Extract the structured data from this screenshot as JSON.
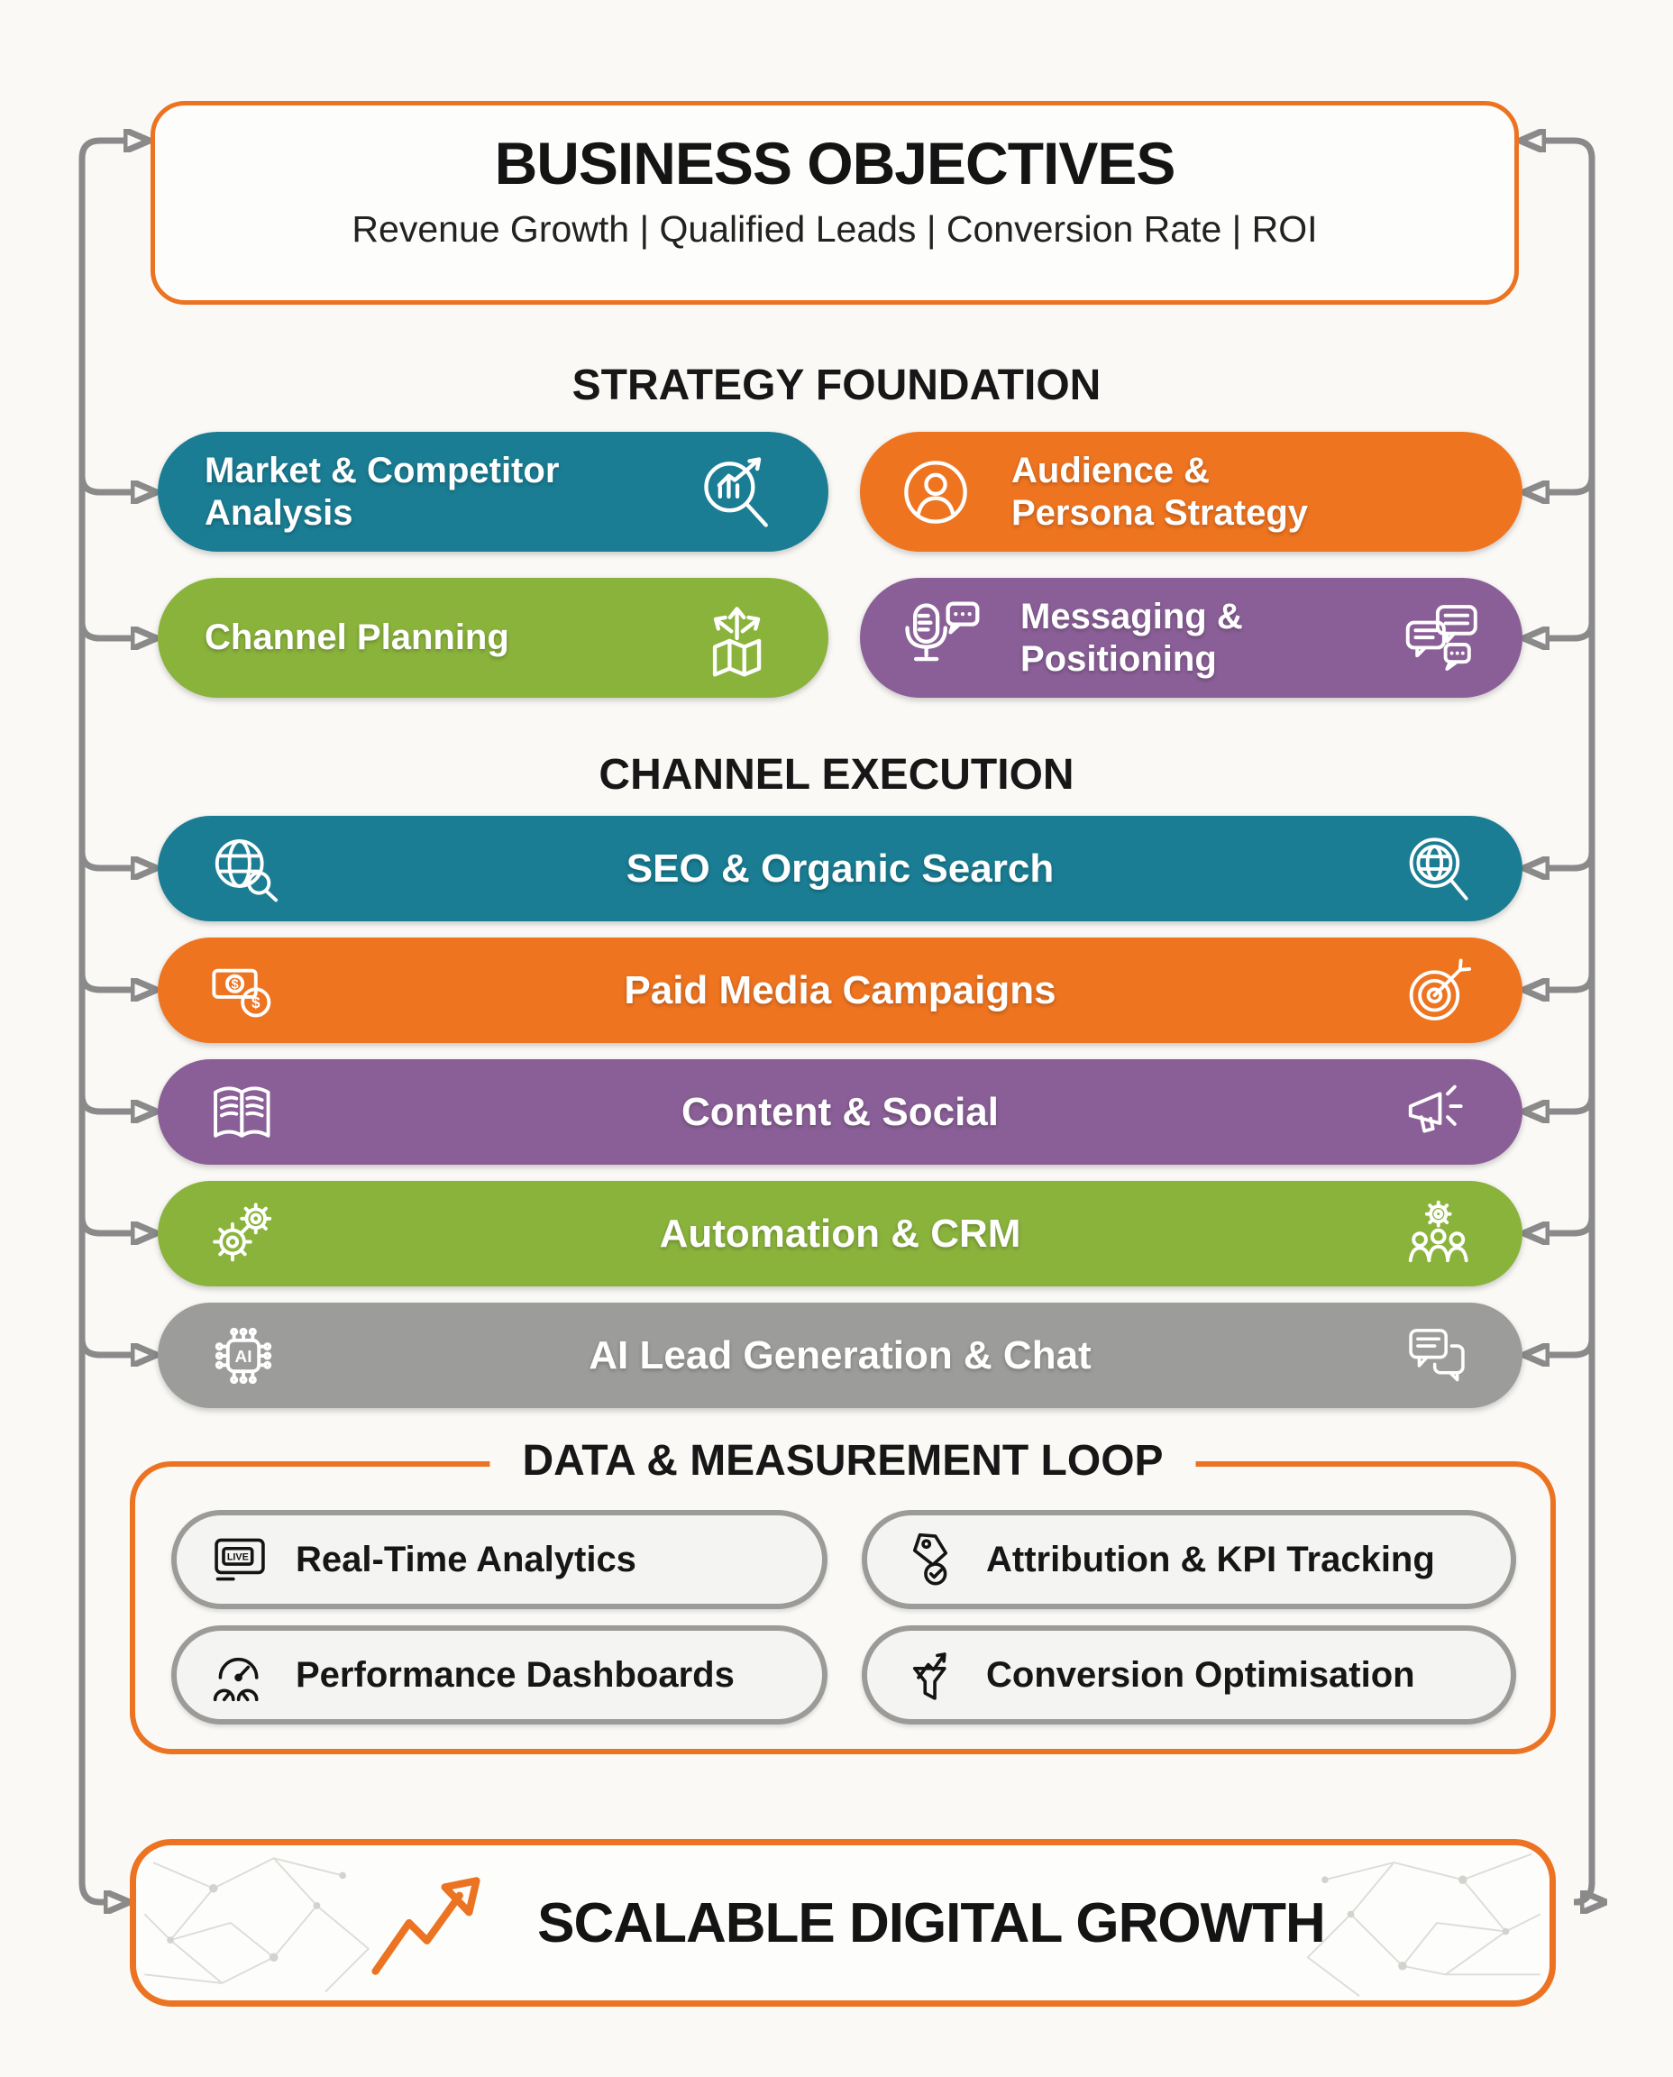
{
  "business_objectives": {
    "title": "BUSINESS OBJECTIVES",
    "subtitle": "Revenue Growth | Qualified Leads | Conversion Rate | ROI"
  },
  "strategy_foundation": {
    "title": "STRATEGY FOUNDATION",
    "items": [
      {
        "line1": "Market & Competitor",
        "line2": "Analysis",
        "color": "#1A7D93",
        "icon": "chart-magnifier"
      },
      {
        "line1": "Audience &",
        "line2": "Persona Strategy",
        "color": "#EE7420",
        "icon": "person-circle"
      },
      {
        "line1": "Channel Planning",
        "line2": "",
        "color": "#8AB33C",
        "icon": "map-arrows"
      },
      {
        "line1": "Messaging &",
        "line2": "Positioning",
        "color": "#8A5F97",
        "icon_left": "microphone-speech",
        "icon_right": "chat-bubbles"
      }
    ]
  },
  "channel_execution": {
    "title": "CHANNEL EXECUTION",
    "items": [
      {
        "label": "SEO & Organic Search",
        "color": "#1A7D93",
        "icon_left": "globe-search",
        "icon_right": "globe-magnifier"
      },
      {
        "label": "Paid Media Campaigns",
        "color": "#EE7420",
        "icon_left": "money",
        "icon_right": "target-dart",
        "icon_currency": "$"
      },
      {
        "label": "Content & Social",
        "color": "#8A5F97",
        "icon_left": "open-book",
        "icon_right": "megaphone"
      },
      {
        "label": "Automation & CRM",
        "color": "#8AB33C",
        "icon_left": "gears",
        "icon_right": "gear-people"
      },
      {
        "label": "AI Lead Generation & Chat",
        "color": "#9C9C9A",
        "icon_left": "ai-chip",
        "icon_right": "chat-bubbles",
        "icon_chip_text": "AI"
      }
    ]
  },
  "data_measurement": {
    "title": "DATA & MEASUREMENT LOOP",
    "items": [
      {
        "label": "Real-Time Analytics",
        "icon": "live-screen",
        "icon_text": "LIVE"
      },
      {
        "label": "Attribution & KPI Tracking",
        "icon": "tag-check"
      },
      {
        "label": "Performance Dashboards",
        "icon": "gauge"
      },
      {
        "label": "Conversion Optimisation",
        "icon": "funnel-arrow"
      }
    ]
  },
  "growth": {
    "title": "SCALABLE DIGITAL GROWTH",
    "icon": "growth-arrow"
  },
  "colors": {
    "accent": "#EB7322",
    "teal": "#1A7D93",
    "orange": "#EE7420",
    "green": "#8AB33C",
    "purple": "#8A5F97",
    "gray_pill": "#9C9C9A",
    "rail": "#8A8A8A",
    "heading": "#1A1A1A",
    "page_bg": "#FAF9F6",
    "dm_pill_border": "#9B9B99",
    "dm_pill_bg": "#F4F4F2"
  }
}
